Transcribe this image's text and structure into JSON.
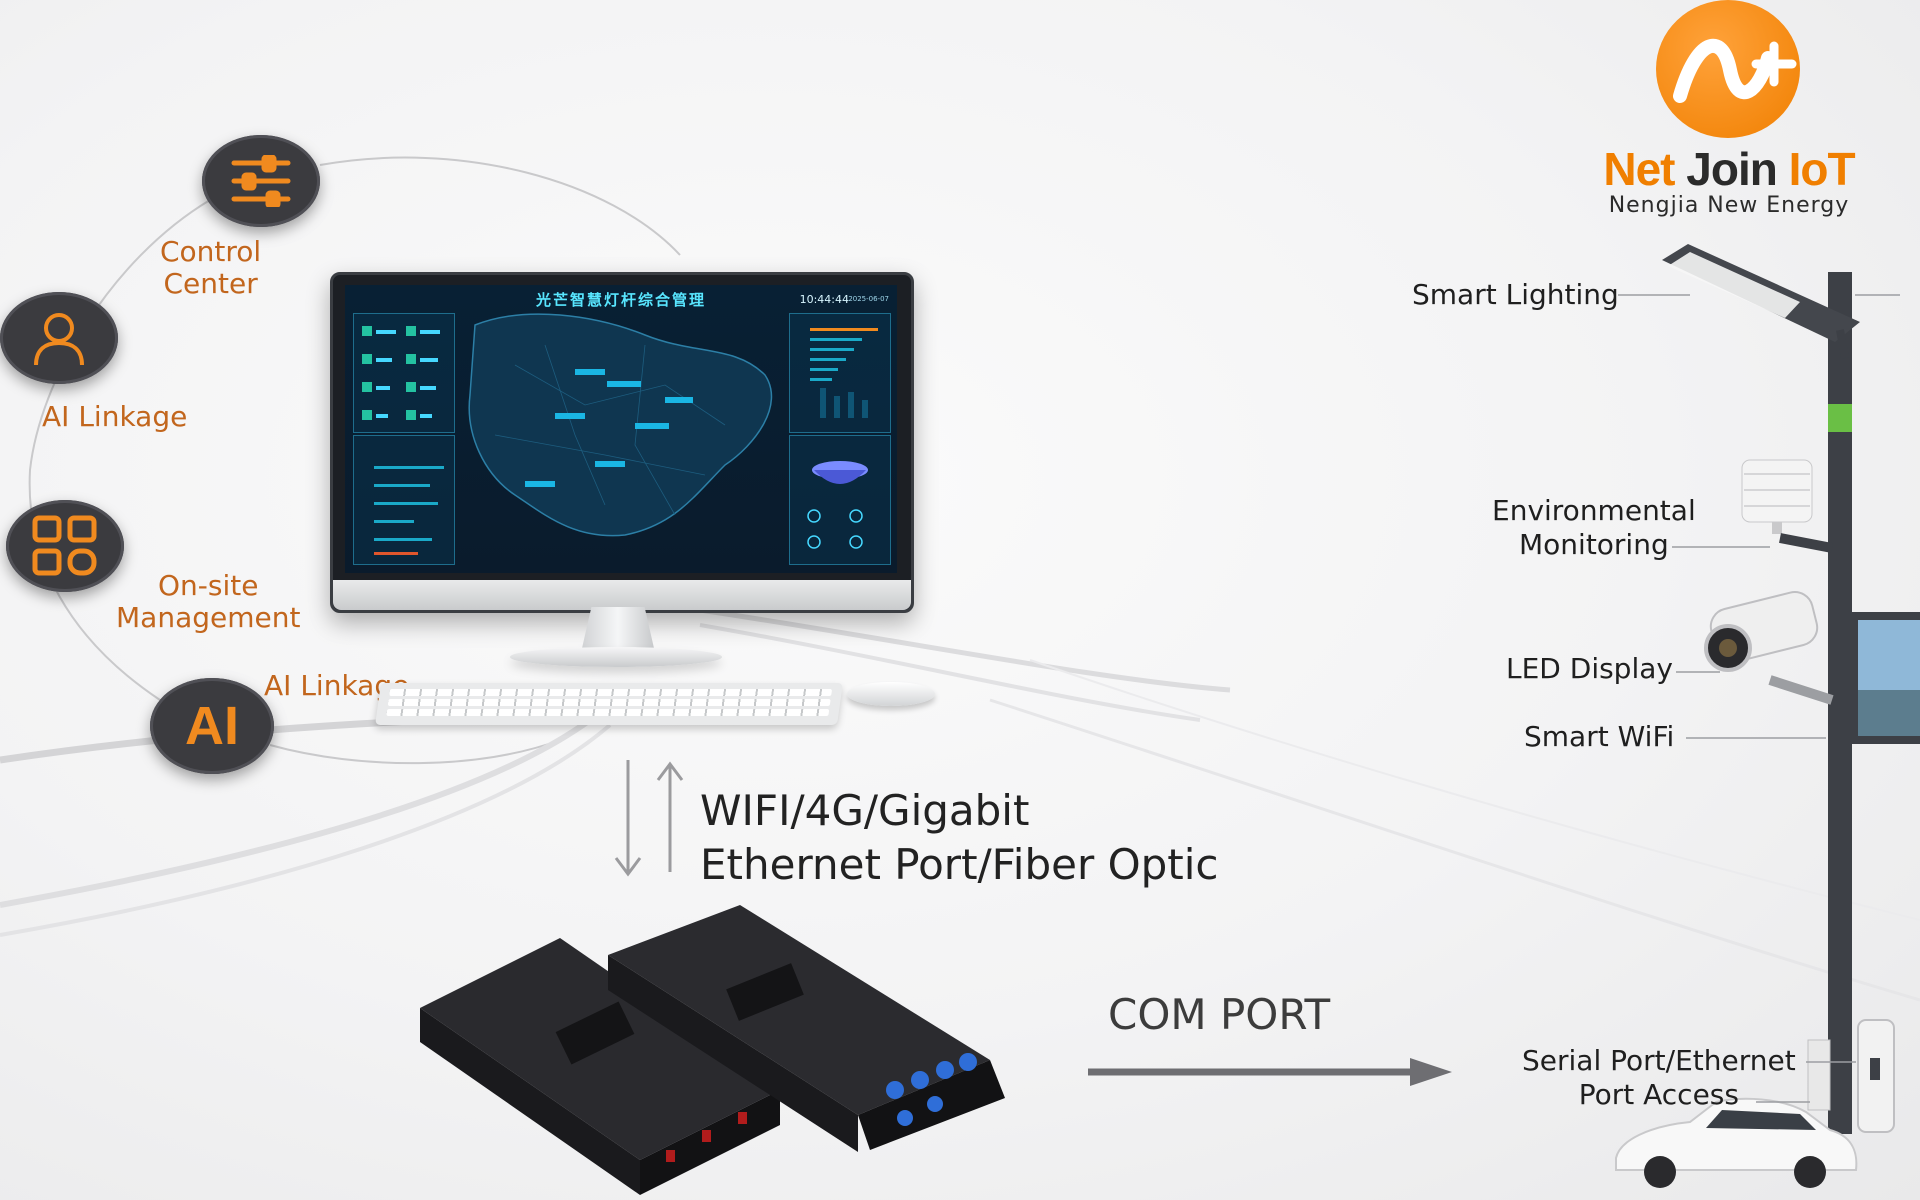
{
  "features": [
    {
      "id": "control",
      "label_lines": [
        "Control",
        "Center"
      ],
      "icon": "sliders-icon"
    },
    {
      "id": "ai-linkage",
      "label": "AI Linkage",
      "icon": "user-icon"
    },
    {
      "id": "onsite",
      "label_lines": [
        "On-site",
        "Management"
      ],
      "icon": "grid-apps-icon"
    },
    {
      "id": "ai",
      "label": "AI Linkage",
      "icon_text": "AI"
    }
  ],
  "dashboard": {
    "title": "光芒智慧灯杆综合管理",
    "time": "10:44:44",
    "date": "2025-06-07"
  },
  "connection": {
    "line1": "WIFI/4G/Gigabit",
    "line2": "Ethernet Port/Fiber Optic"
  },
  "com_port": "COM PORT",
  "brand": {
    "name_prefix": "Net ",
    "name_accent": "Join",
    "name_suffix": " IoT",
    "subtitle": "Nengjia New Energy"
  },
  "pole_labels": {
    "smart_lighting": "Smart Lighting",
    "env_line1": "Environmental",
    "env_line2": "Monitoring",
    "led_display": "LED Display",
    "smart_wifi": "Smart WiFi",
    "serial_line1": "Serial Port/Ethernet",
    "serial_line2": "Port Access"
  },
  "colors": {
    "accent_orange": "#f07f00",
    "label_orange": "#c2661d",
    "icon_dark": "#3b3b3f",
    "screen_cyan": "#58e6ff"
  }
}
